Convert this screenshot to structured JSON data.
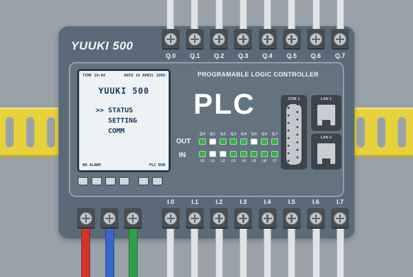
{
  "colors": {
    "background": "#9aa2a9",
    "rail": "#e8d23c",
    "body": "#5a6a79",
    "panel": "#63737f",
    "lcd_bg": "#eef2f4",
    "lcd_text": "#16365c",
    "led_on": "#3fae4c",
    "led_off": "#ffffff",
    "io_wire": "#e0e3e5",
    "terminal": "#474e54",
    "screw": "#c2c7ca"
  },
  "device": {
    "brand": "YUUKI 500",
    "panel_title": "PROGRAMABLE LOGIC CONTROLLER",
    "plc_logo": "PLC",
    "lcd": {
      "time": "TIME 16:04",
      "date": "DATE 16 APRIL 1999",
      "title": "YUUKI 500",
      "menu": [
        ">> STATUS",
        "SETTING",
        "COMM"
      ],
      "status_left": "NO ALARM",
      "status_right": "PLC RUN"
    },
    "io": {
      "out_label": "OUT",
      "in_label": "IN",
      "out_channels": [
        {
          "label": "Q.0",
          "on": true
        },
        {
          "label": "Q.1",
          "on": false
        },
        {
          "label": "Q.2",
          "on": true
        },
        {
          "label": "Q.3",
          "on": true
        },
        {
          "label": "Q.4",
          "on": true
        },
        {
          "label": "Q.5",
          "on": false
        },
        {
          "label": "Q.6",
          "on": true
        },
        {
          "label": "Q.7",
          "on": true
        }
      ],
      "in_channels": [
        {
          "label": "I.0",
          "on": true
        },
        {
          "label": "I.1",
          "on": false
        },
        {
          "label": "I.2",
          "on": false
        },
        {
          "label": "I.3",
          "on": true
        },
        {
          "label": "I.4",
          "on": true
        },
        {
          "label": "I.5",
          "on": true
        },
        {
          "label": "I.6",
          "on": true
        },
        {
          "label": "I.7",
          "on": true
        }
      ]
    },
    "connectors": {
      "com": "COM 1",
      "lan1": "LAN 1",
      "lan2": "LAN 2"
    },
    "top_terminals": [
      "Q.0",
      "Q.1",
      "Q.2",
      "Q.3",
      "Q.4",
      "Q.5",
      "Q.6",
      "Q.7"
    ],
    "bottom_terminals": [
      "I.0",
      "I.1",
      "I.2",
      "I.3",
      "I.4",
      "I.5",
      "I.6",
      "I.7"
    ],
    "power_wires": [
      "#d0342c",
      "#3a66c9",
      "#2f9e4d"
    ]
  }
}
